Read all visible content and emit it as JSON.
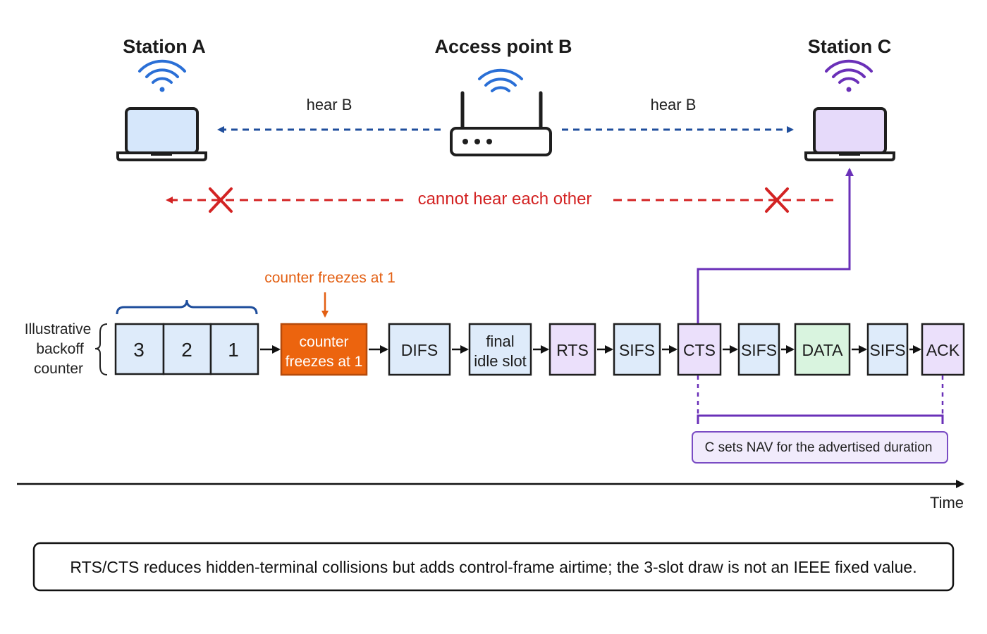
{
  "nodes": {
    "station_a": "Station A",
    "access_point": "Access point B",
    "station_c": "Station C"
  },
  "links": {
    "hear_left": "hear B",
    "hear_right": "hear B",
    "cannot_hear": "cannot hear each other"
  },
  "backoff": {
    "label_lines": [
      "Illustrative",
      "backoff",
      "counter"
    ],
    "slots": [
      "3",
      "2",
      "1"
    ]
  },
  "freeze_annotation": "counter freezes at 1",
  "sequence": [
    {
      "lines": [
        "counter",
        "freezes at 1"
      ],
      "kind": "freeze"
    },
    {
      "lines": [
        "DIFS"
      ],
      "kind": "interval"
    },
    {
      "lines": [
        "final",
        "idle slot"
      ],
      "kind": "interval"
    },
    {
      "lines": [
        "RTS"
      ],
      "kind": "control"
    },
    {
      "lines": [
        "SIFS"
      ],
      "kind": "interval"
    },
    {
      "lines": [
        "CTS"
      ],
      "kind": "control"
    },
    {
      "lines": [
        "SIFS"
      ],
      "kind": "interval"
    },
    {
      "lines": [
        "DATA"
      ],
      "kind": "data"
    },
    {
      "lines": [
        "SIFS"
      ],
      "kind": "interval"
    },
    {
      "lines": [
        "ACK"
      ],
      "kind": "control"
    }
  ],
  "nav_label": "C sets NAV for the advertised duration",
  "time_label": "Time",
  "footnote": "RTS/CTS reduces hidden-terminal collisions but adds control-frame airtime; the 3-slot draw is not an IEEE fixed value.",
  "colors": {
    "interval_fill": "#deebfa",
    "control_fill": "#ebe0fb",
    "data_fill": "#d9f4df",
    "freeze_fill": "#ec640e",
    "blue_link": "#1f4e9c",
    "red_link": "#d32323",
    "purple_link": "#6a30b8"
  }
}
